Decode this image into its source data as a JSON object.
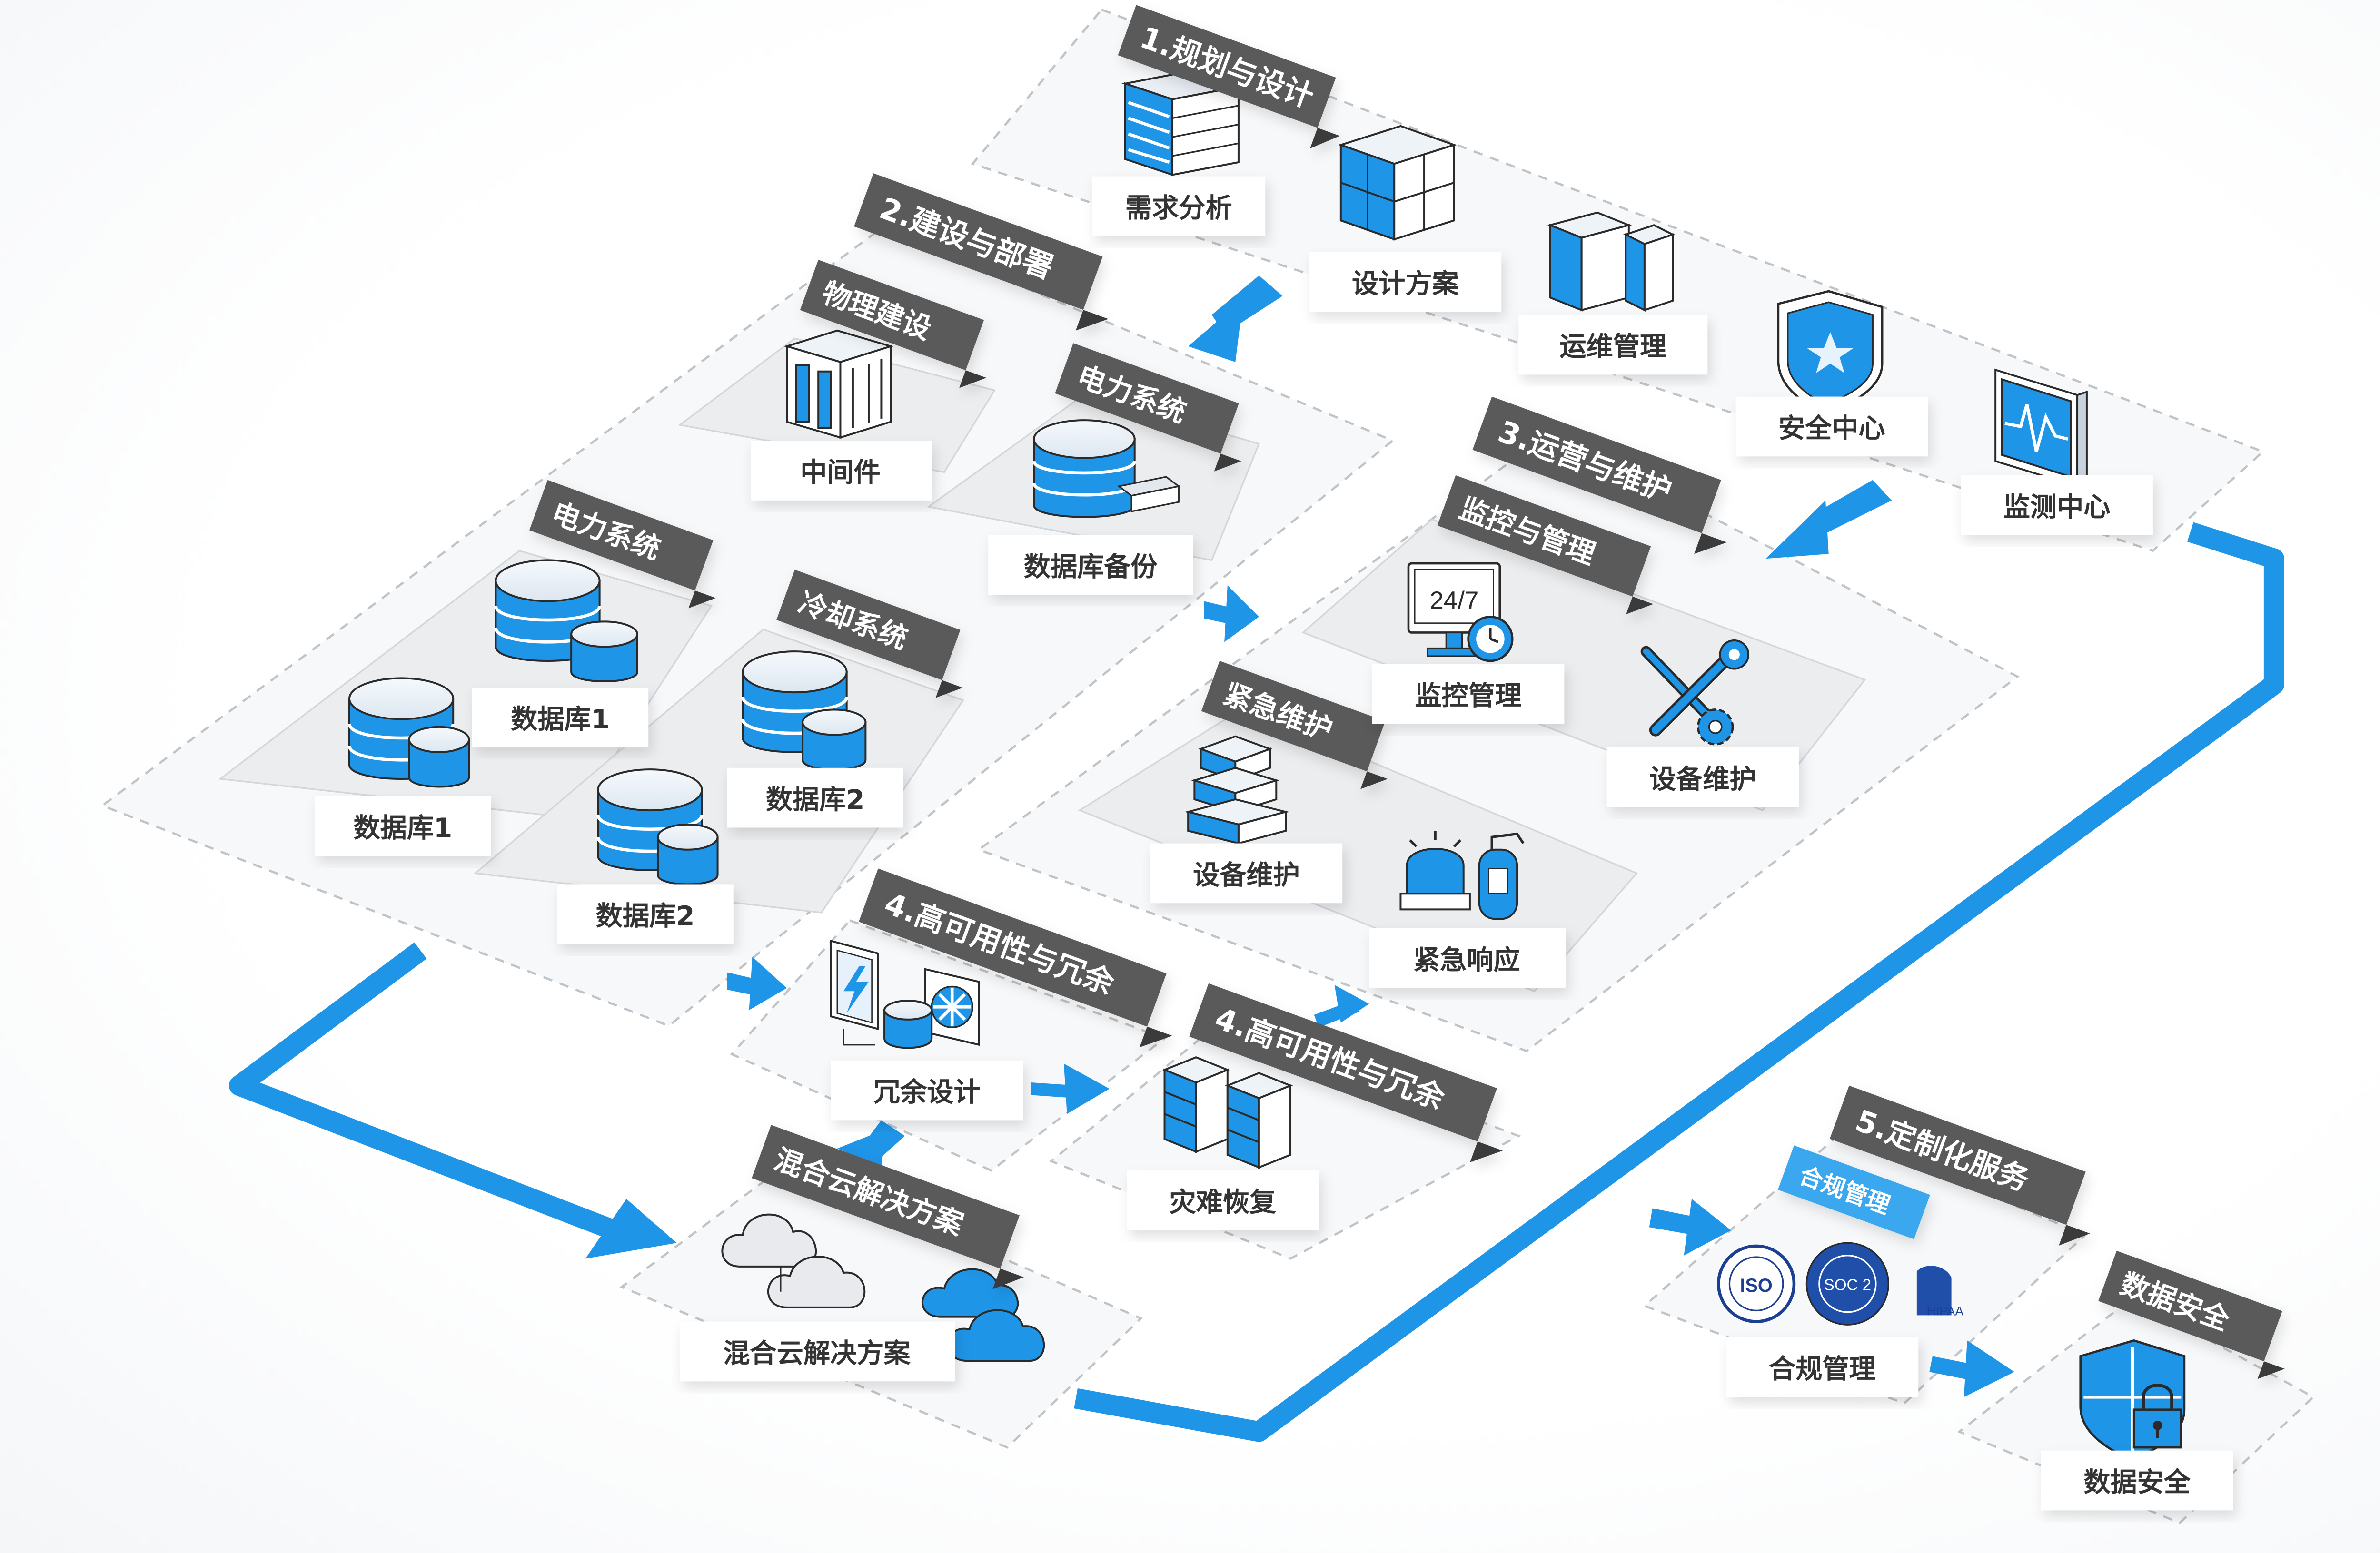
{
  "colors": {
    "accent": "#1f95e8",
    "banner": "#5a5a5a",
    "label_text": "#333333",
    "badge": "#3aa7ee"
  },
  "stages": {
    "s1": {
      "title": "1.规划与设计"
    },
    "s2": {
      "title": "2.建设与部署"
    },
    "s3": {
      "title": "3.运营与维护"
    },
    "s4a": {
      "title": "4.高可用性与冗余"
    },
    "s4b": {
      "title": "4.高可用性与冗余"
    },
    "s5": {
      "title": "5.定制化服务"
    }
  },
  "subsections": {
    "physical": "物理建设",
    "power_top": "电力系统",
    "power_left": "电力系统",
    "cooling": "冷却系统",
    "monitor": "监控与管理",
    "emergency": "紧急维护",
    "hybrid": "混合云解决方案",
    "data_security": "数据安全",
    "compliance_badge": "合规管理"
  },
  "items": {
    "requirements": "需求分析",
    "design_plan": "设计方案",
    "ops_mgmt": "运维管理",
    "security_center": "安全中心",
    "monitor_center": "监测中心",
    "middleware": "中间件",
    "db_backup": "数据库备份",
    "db1_a": "数据库1",
    "db1_b": "数据库1",
    "db2_a": "数据库2",
    "db2_b": "数据库2",
    "monitor_mgmt": "监控管理",
    "device_maint_a": "设备维护",
    "device_maint_b": "设备维护",
    "emergency_response": "紧急响应",
    "redundancy_design": "冗余设计",
    "disaster_recovery": "灾难恢复",
    "hybrid_cloud": "混合云解决方案",
    "compliance": "合规管理",
    "data_security": "数据安全"
  },
  "icon_text": {
    "clock": "24/7",
    "iso": "ISO",
    "soc": "SOC 2",
    "hipaa": "HIPAA"
  }
}
